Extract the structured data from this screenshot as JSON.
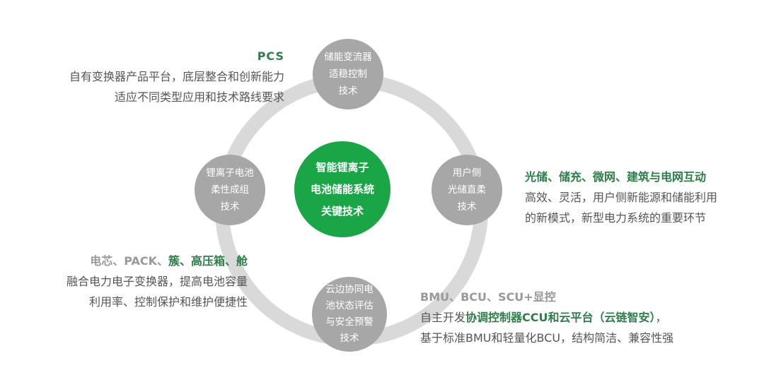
{
  "center": {
    "lines": [
      "智能锂离子",
      "电池储能系统",
      "关键技术"
    ]
  },
  "nodes": {
    "top": {
      "lines": [
        "储能变流器",
        "适稳控制",
        "技术"
      ]
    },
    "left": {
      "lines": [
        "锂离子电池",
        "柔性成组",
        "技术"
      ]
    },
    "right": {
      "lines": [
        "用户侧",
        "光储直柔",
        "技术"
      ]
    },
    "bottom": {
      "lines": [
        "云边协同电",
        "池状态评估",
        "与安全预警",
        "技术"
      ]
    }
  },
  "annotations": {
    "pcs": {
      "heading": "PCS",
      "lines": [
        "自有变换器产品平台，底层整合和创新能力",
        "适应不同类型应用和技术路线要求"
      ]
    },
    "user": {
      "heading": "光储、储充、微网、建筑与电网互动",
      "lines": [
        "高效、灵活，用户侧新能源和储能利用",
        "的新模式，新型电力系统的重要环节"
      ]
    },
    "cell": {
      "heading_gray": "电芯、PACK、",
      "heading_green": "簇、高压箱、舱",
      "lines": [
        "融合电力电子变换器，提高电池容量",
        "利用率、控制保护和维护便捷性"
      ]
    },
    "bmu": {
      "heading": "BMU、BCU、SCU+显控",
      "line1_prefix": "自主开发",
      "line1_bold": "协调控制器CCU和云平台（云链智安）",
      "line1_suffix": "，",
      "line2": "基于标准BMU和轻量化BCU，结构简洁、兼容性强"
    }
  },
  "colors": {
    "ring": "#d9d9d9",
    "node": "#a7a7a7",
    "center": "#1aa547",
    "accent": "#2e7d4a"
  }
}
